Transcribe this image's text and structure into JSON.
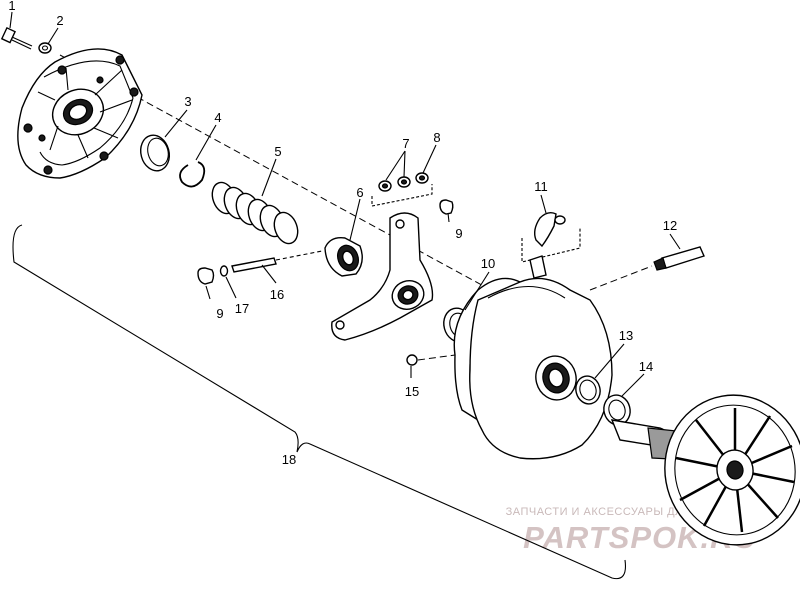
{
  "callouts": [
    "1",
    "2",
    "3",
    "4",
    "5",
    "6",
    "7",
    "8",
    "9",
    "9",
    "10",
    "11",
    "12",
    "13",
    "14",
    "15",
    "16",
    "17",
    "18"
  ],
  "watermark": {
    "line1": "ЗАПЧАСТИ И АКСЕССУАРЫ ДЛЯ МОТОТЕХНИКИ",
    "line2": "PARTSPOK.RU"
  }
}
